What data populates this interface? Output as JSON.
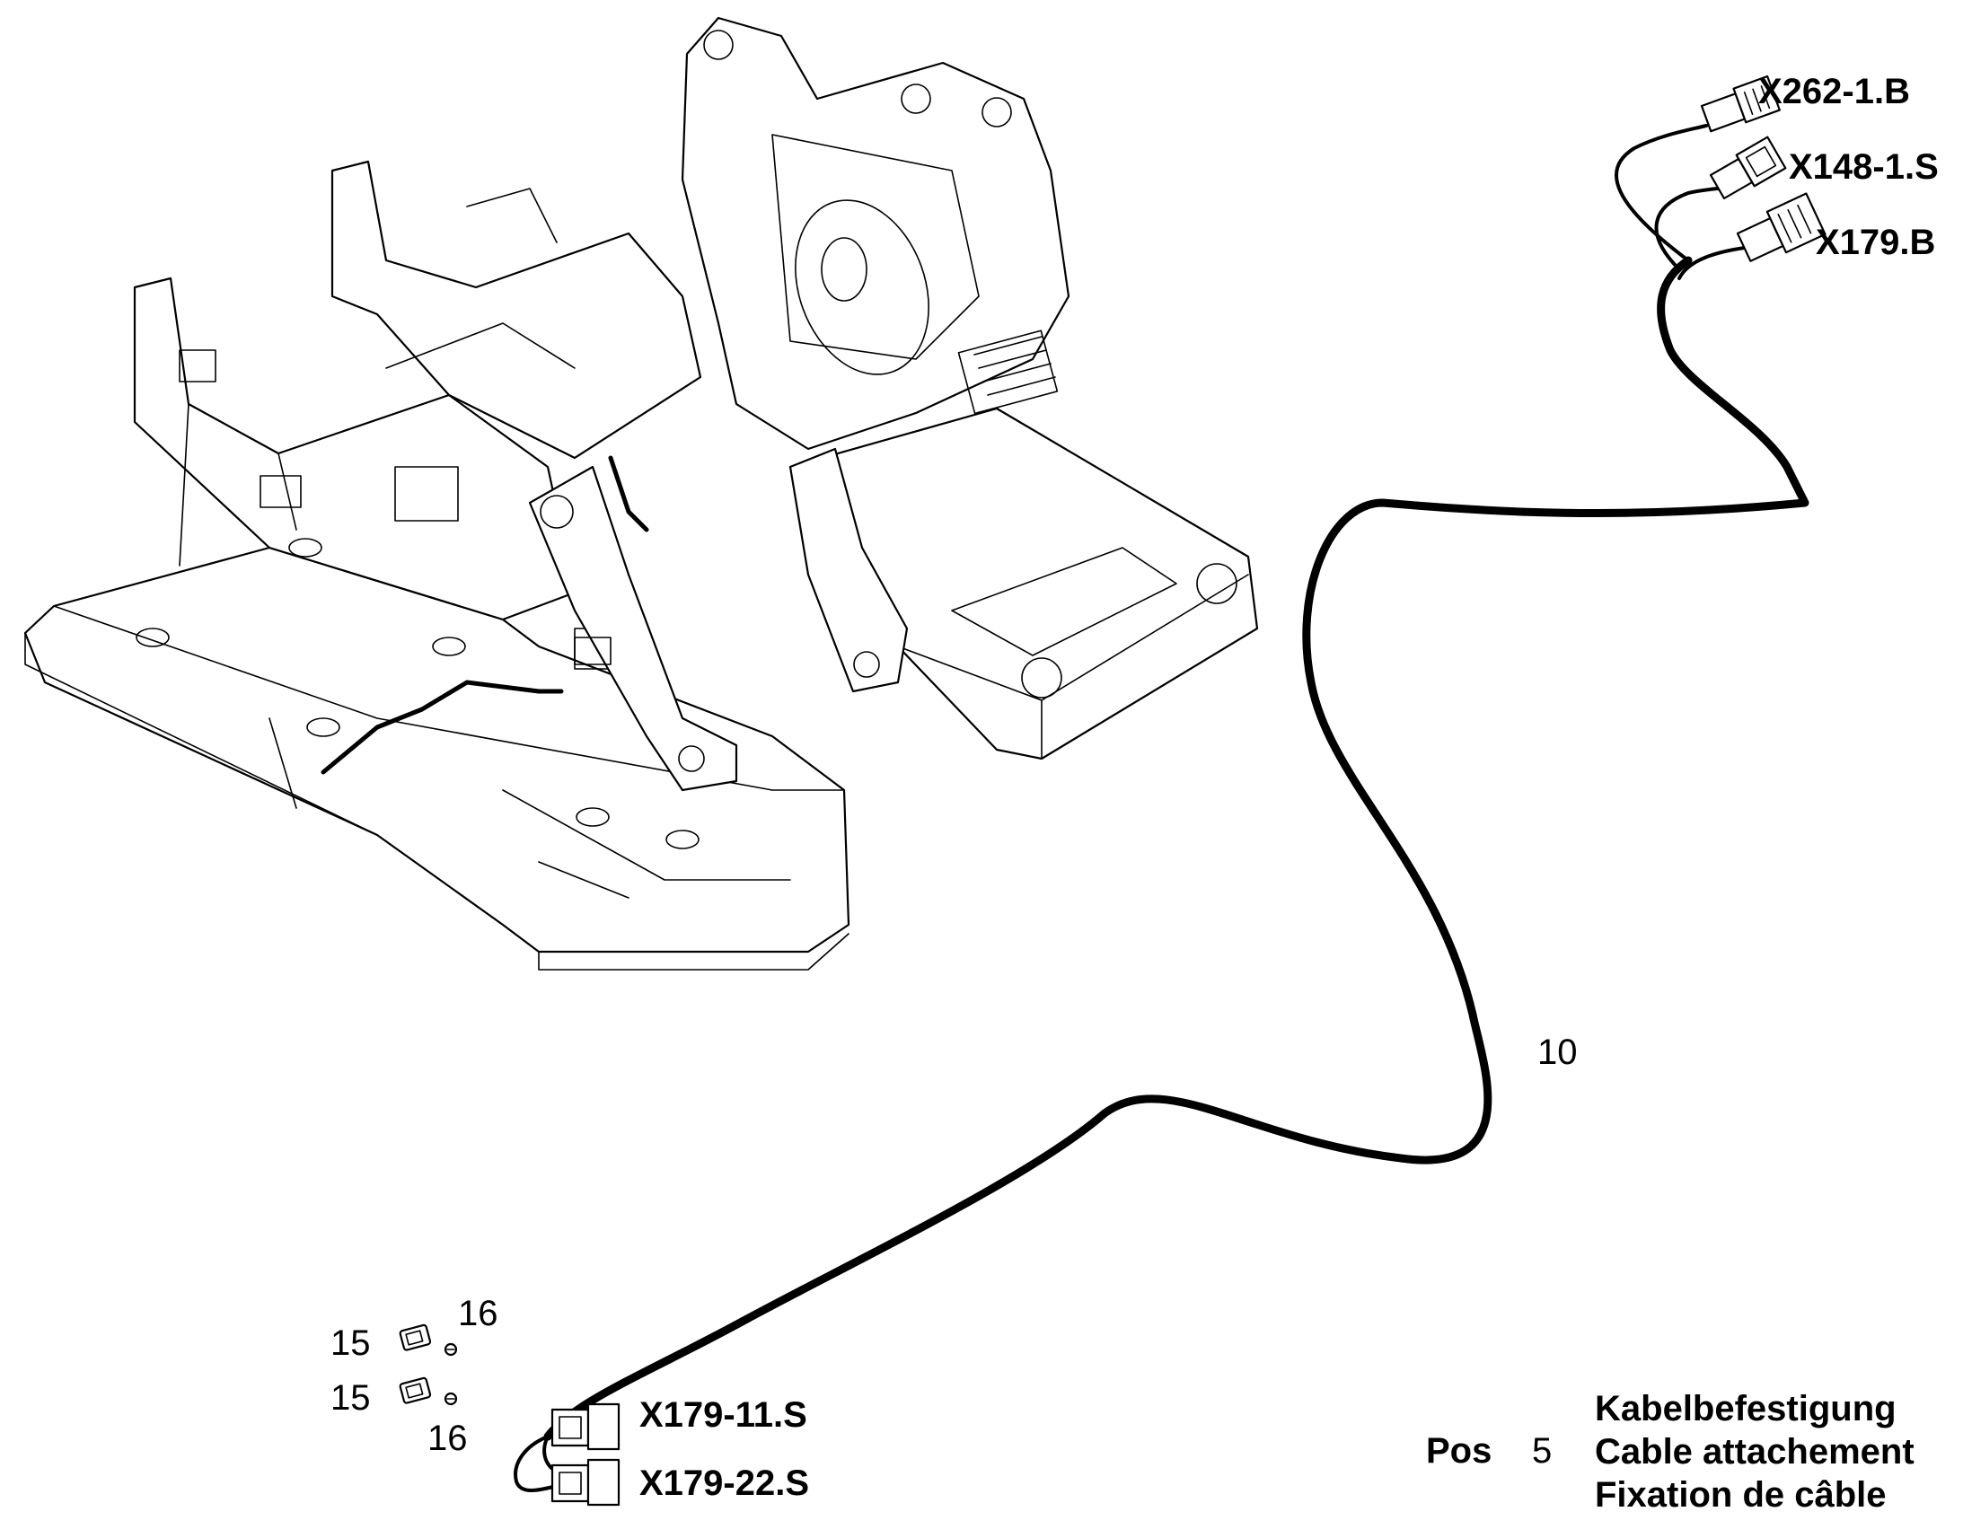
{
  "connectors": {
    "x262": "X262-1.B",
    "x148": "X148-1.S",
    "x179": "X179.B",
    "x179_11": "X179-11.S",
    "x179_22": "X179-22.S"
  },
  "positions": {
    "cable": "10",
    "clip_top": "15",
    "clip_bottom": "15",
    "screw_top": "16",
    "screw_bottom": "16"
  },
  "legend": {
    "prefix": "Pos",
    "number": "5",
    "lines": [
      "Kabelbefestigung",
      "Cable attachement",
      "Fixation de câble"
    ]
  }
}
